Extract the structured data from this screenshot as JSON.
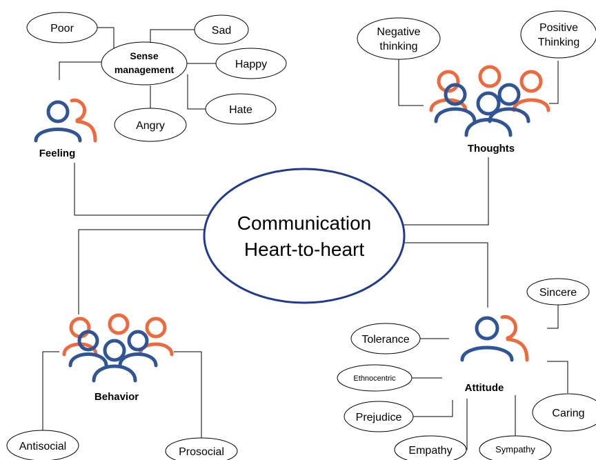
{
  "center": {
    "line1": "Communication",
    "line2": "Heart-to-heart"
  },
  "feeling": {
    "label": "Feeling",
    "hub_line1": "Sense",
    "hub_line2": "management",
    "items": {
      "poor": "Poor",
      "sad": "Sad",
      "happy": "Happy",
      "hate": "Hate",
      "angry": "Angry"
    }
  },
  "thoughts": {
    "label": "Thoughts",
    "negative_line1": "Negative",
    "negative_line2": "thinking",
    "positive_line1": "Positive",
    "positive_line2": "Thinking"
  },
  "behavior": {
    "label": "Behavior",
    "items": {
      "antisocial": "Antisocial",
      "prosocial": "Prosocial"
    }
  },
  "attitude": {
    "label": "Attitude",
    "items": {
      "sincere": "Sincere",
      "tolerance": "Tolerance",
      "ethnocentric": "Ethnocentric",
      "prejudice": "Prejudice",
      "empathy": "Empathy",
      "sympathy": "Sympathy",
      "caring": "Caring"
    }
  },
  "colors": {
    "accent_orange": "#ed6a3f",
    "accent_blue": "#2f5597",
    "center_border": "#1f3a93"
  },
  "icons": [
    "two-people-icon",
    "three-people-icon"
  ]
}
